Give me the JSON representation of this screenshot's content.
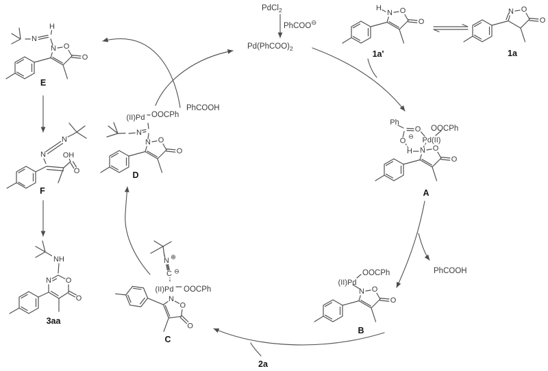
{
  "atoms": {
    "n": "N",
    "o": "O",
    "h": "H",
    "c": "C",
    "ph": "Ph",
    "oh": "OH",
    "nh": "NH",
    "oocph": "OOCPh",
    "pd_ii": "Pd(II)",
    "ii_pd": "(II)Pd",
    "minus": "⊖",
    "plus": "⊕"
  },
  "reagents": {
    "pdcl2_main": "PdCl",
    "pdcl2_sub": "2",
    "benzoate_main": "PhCOO",
    "benzoate_charge": "⊖",
    "pd_benzoate_main": "Pd(PhCOO)",
    "pd_benzoate_sub": "2",
    "phcooh_release": "PhCOOH",
    "phcooh_regen": "PhCOOH",
    "isocyanide_2a": "2a"
  },
  "compounds": {
    "tautomer_1a_prime": "1a'",
    "isoxazolone_1a": "1a",
    "adduct_A": "A",
    "complex_B": "B",
    "complex_C": "C",
    "complex_D": "D",
    "imine_E": "E",
    "azadiene_F": "F",
    "product_3aa": "3aa"
  }
}
